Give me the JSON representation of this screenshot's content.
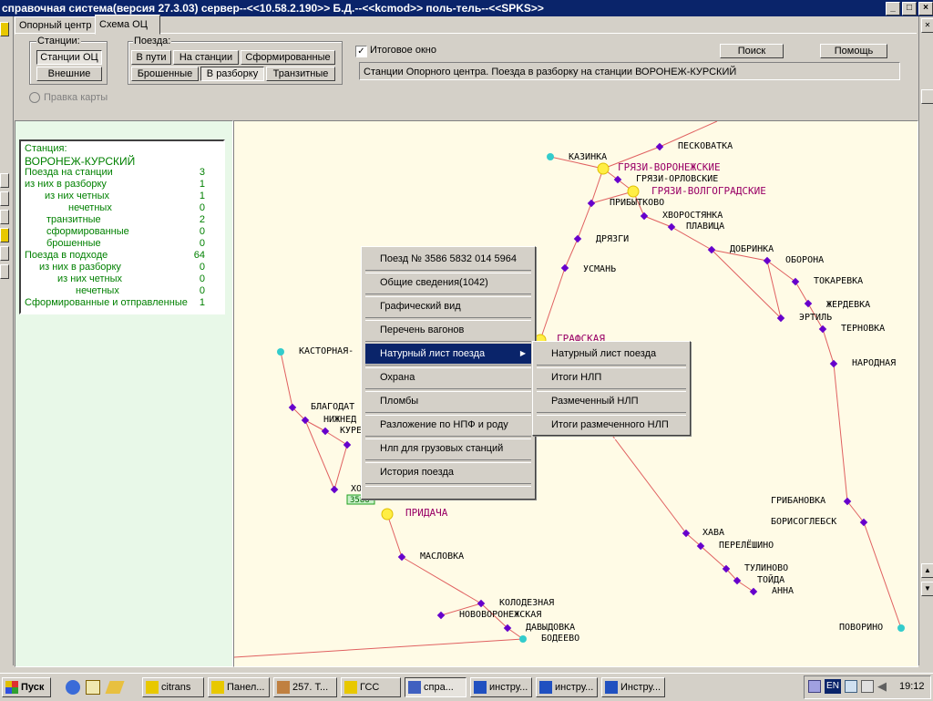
{
  "window": {
    "title": "справочная система(версия 27.3.03) сервер--<<10.58.2.190>> Б.Д.--<<kcmod>> поль-тель--<<SPKS>>",
    "min_label": "_",
    "max_label": "□",
    "close_label": "×"
  },
  "tabs": [
    "Опорный центр",
    "Схема ОЦ"
  ],
  "stations_group": {
    "label": "Станции:",
    "buttons": [
      "Станции ОЦ",
      "Внешние"
    ]
  },
  "trains_group": {
    "label": "Поезда:",
    "buttons": [
      "В пути",
      "На станции",
      "Сформированные",
      "Брошенные",
      "В разборку",
      "Транзитные"
    ]
  },
  "edit_map_label": "Правка карты",
  "summary_window": {
    "label": "Итоговое окно",
    "checked": true,
    "check_mark": "✓"
  },
  "search_label": "Поиск",
  "help_label": "Помощь",
  "info_text": "Станции Опорного центра. Поезда в разборку на станции ВОРОНЕЖ-КУРСКИЙ",
  "stats": {
    "header": "Станция:",
    "station": "ВОРОНЕЖ-КУРСКИЙ",
    "rows": [
      {
        "label": "Поезда на станции",
        "value": "3"
      },
      {
        "label": "из них в разборку",
        "value": "1"
      },
      {
        "label": "из них четных",
        "value": "1"
      },
      {
        "label": "нечетных",
        "value": "0"
      },
      {
        "label": "транзитные",
        "value": "2"
      },
      {
        "label": "сформированные",
        "value": "0"
      },
      {
        "label": "брошенные",
        "value": "0"
      },
      {
        "label": "Поезда в подходе",
        "value": "64"
      },
      {
        "label": "из них в разборку",
        "value": "0"
      },
      {
        "label": "из них четных",
        "value": "0"
      },
      {
        "label": "нечетных",
        "value": "0"
      },
      {
        "label": "Сформированные и отправленные",
        "value": "1"
      }
    ]
  },
  "map": {
    "hub_stations": [
      "ГРЯЗИ-ВОРОНЕЖСКИЕ",
      "ГРЯЗИ-ВОЛГОГРАДСКИЕ",
      "ГРАФСКАЯ",
      "ПРИДАЧА"
    ],
    "stations": [
      "КАЗИНКА",
      "ПЕСКОВАТКА",
      "ГРЯЗИ-ОРЛОВСКИЕ",
      "ПРИБЫТКОВО",
      "ХВОРОСТЯНКА",
      "ПЛАВИЦА",
      "ДРЯЗГИ",
      "ДОБРИНКА",
      "ОБОРОНА",
      "УСМАНЬ",
      "ТОКАРЕВКА",
      "ЖЕРДЕВКА",
      "ЭРТИЛЬ",
      "ТЕРНОВКА",
      "НАРОДНАЯ",
      "КАСТОРНАЯ-",
      "БЛАГОДАТ",
      "НИЖНЕД",
      "КУРЕ",
      "ХО",
      "ГРИБАНОВКА",
      "БОРИСОГЛЕБСК",
      "ХАВА",
      "ПЕРЕЛЁШИНО",
      "ТУЛИНОВО",
      "ТОЙДА",
      "АННА",
      "МАСЛОВКА",
      "КОЛОДЕЗНАЯ",
      "НОВОВОРОНЕЖСКАЯ",
      "ДАВЫДОВКА",
      "БОДЕЕВО",
      "ПОВОРИНО"
    ],
    "train_tag": "3586",
    "colors": {
      "line": "#e06060",
      "node": "#6600cc",
      "hub": "#ffee44",
      "hub_label": "#990066",
      "terminal": "#33cccc"
    }
  },
  "context_menu": {
    "items": [
      "Поезд № 3586 5832 014 5964",
      "Общие сведения(1042)",
      "Графический вид",
      "Перечень вагонов",
      "Натурный лист поезда",
      "Охрана",
      "Пломбы",
      "Разложение по НПФ и роду",
      "Нлп для грузовых станций",
      "История поезда"
    ],
    "submenu_arrow": "▶"
  },
  "submenu": {
    "items": [
      "Натурный лист поезда",
      "Итоги НЛП",
      "Размеченный НЛП",
      "Итоги размеченного НЛП"
    ]
  },
  "taskbar": {
    "start": "Пуск",
    "items": [
      "citrans",
      "Панел...",
      "257. Т...",
      "ГСС",
      "спра...",
      "инстру...",
      "инстру...",
      "Инстру..."
    ],
    "lang": "EN",
    "clock": "19:12"
  }
}
